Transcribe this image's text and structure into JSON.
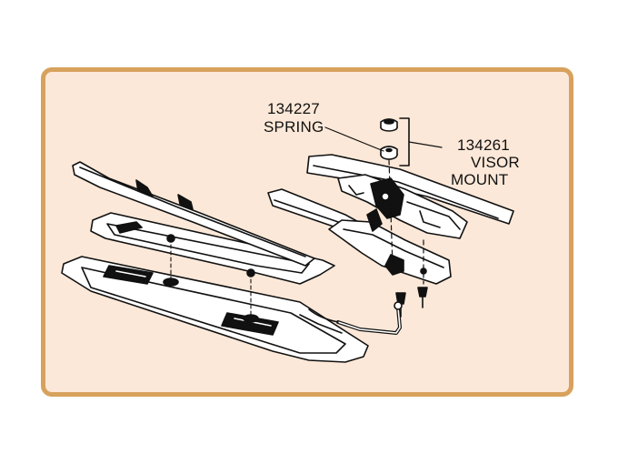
{
  "parts": [
    {
      "part_number": "134227",
      "name": "SPRING"
    },
    {
      "part_number": "134261",
      "name_lines": [
        "VISOR",
        "MOUNT"
      ]
    }
  ],
  "colors": {
    "frame_border": "#d7a25d",
    "frame_fill": "#fce8d8",
    "line_art": "#111111",
    "part_fill": "#ffffff"
  }
}
